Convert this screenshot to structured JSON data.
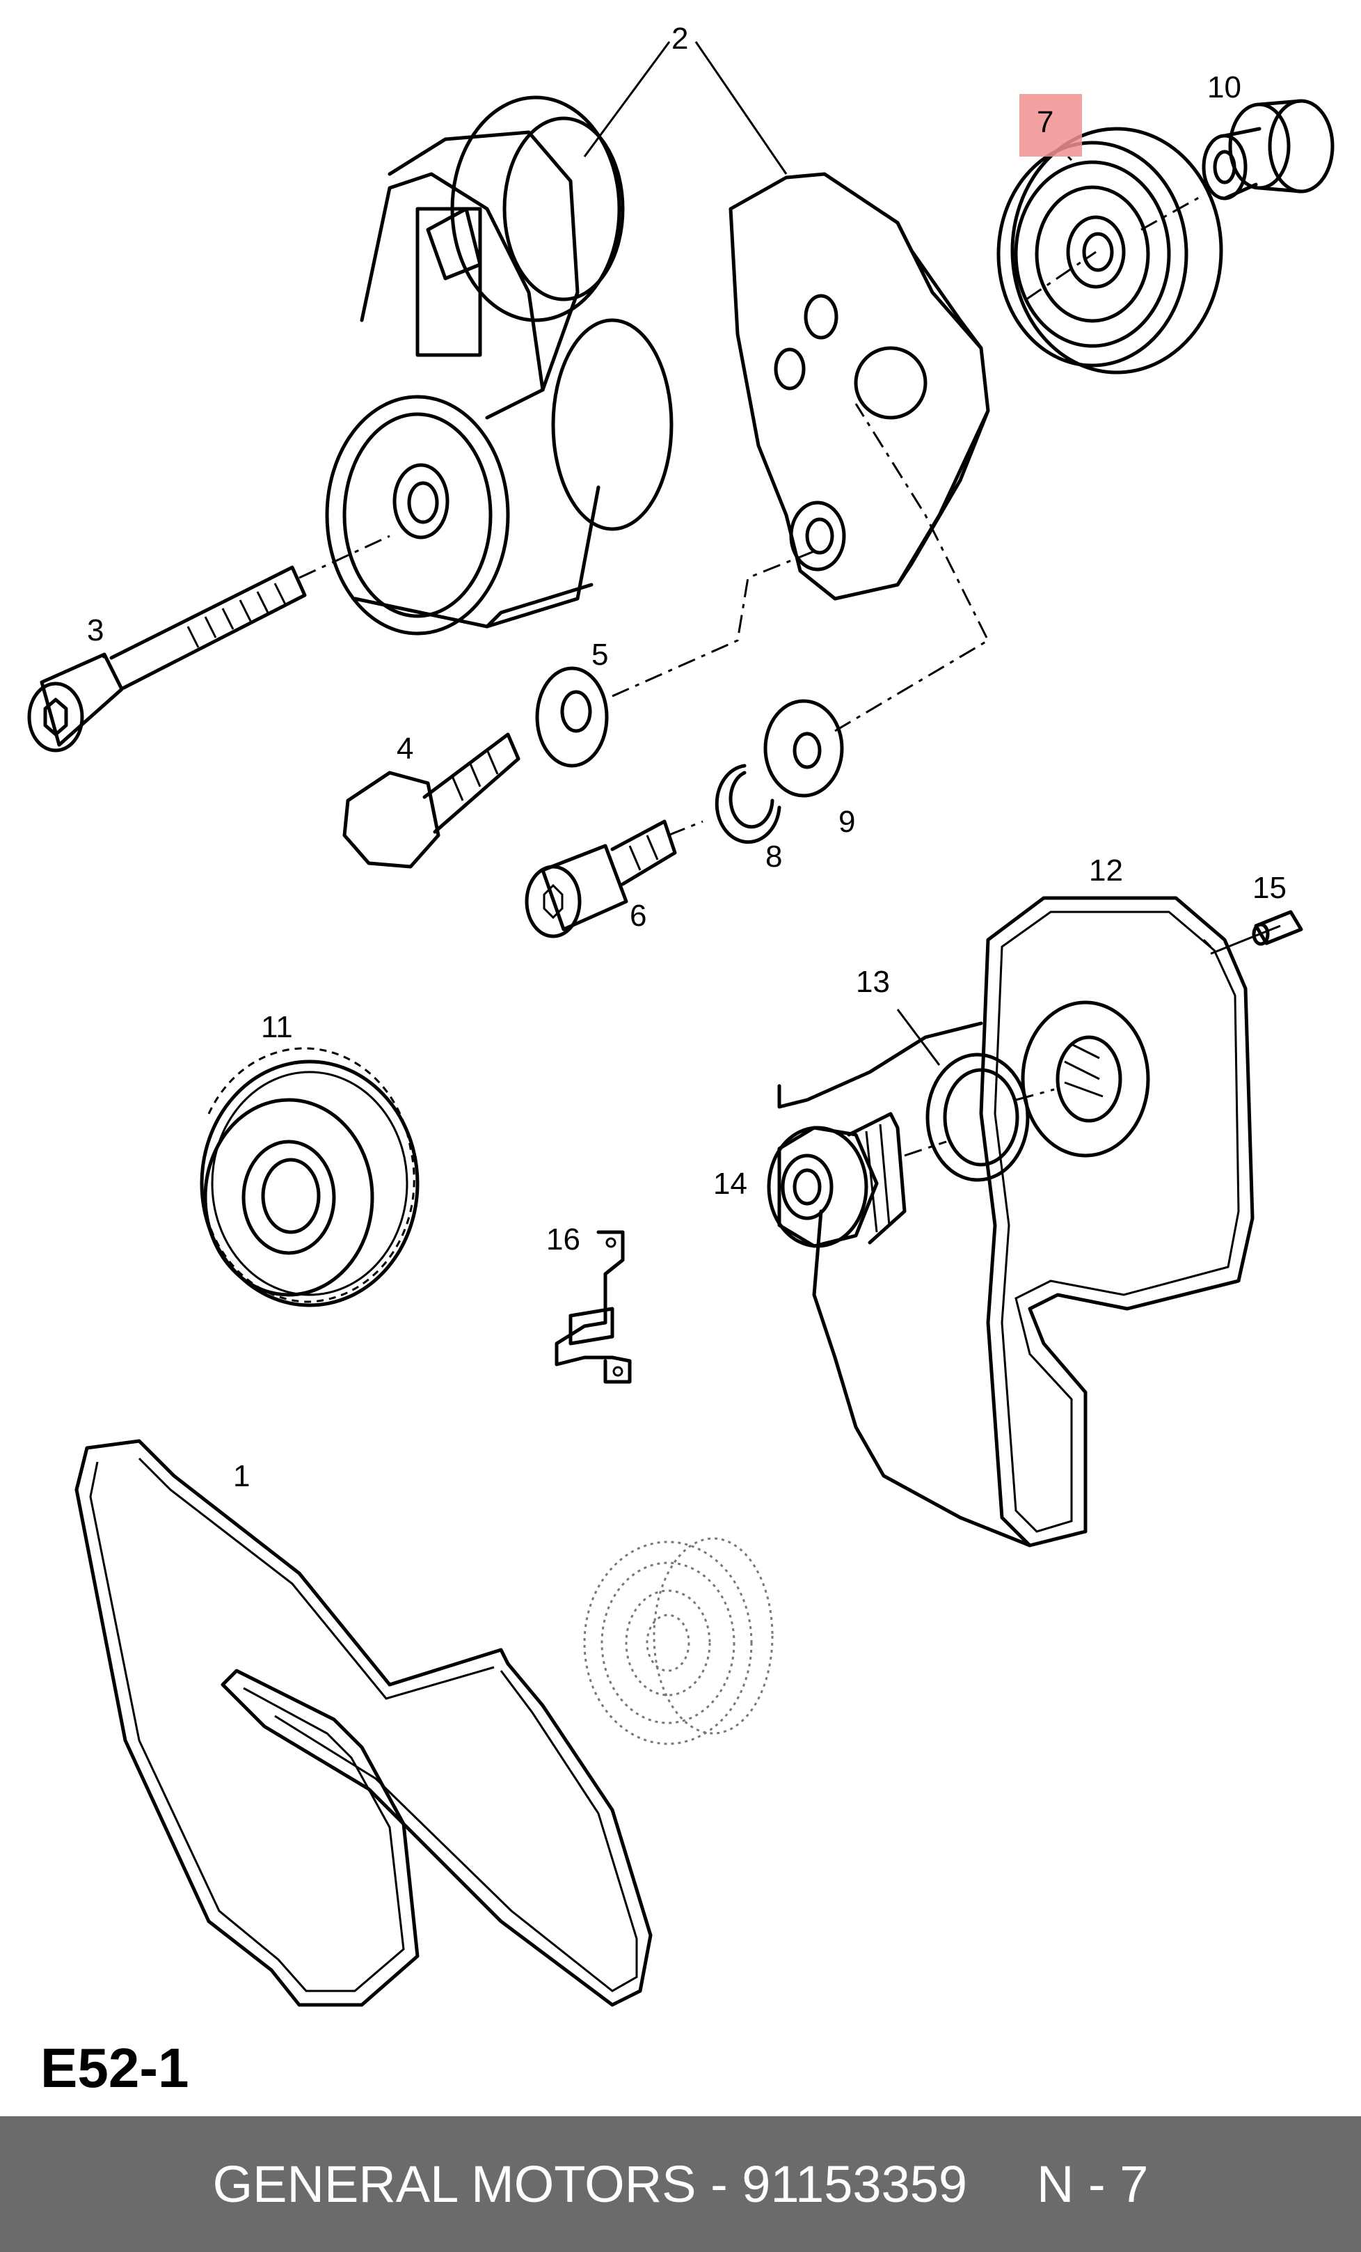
{
  "diagram": {
    "code": "E52-1",
    "highlight_color": "#f29191",
    "highlighted_part": "7",
    "callouts": [
      "1",
      "2",
      "3",
      "4",
      "5",
      "6",
      "7",
      "8",
      "9",
      "10",
      "11",
      "12",
      "13",
      "14",
      "15",
      "16"
    ]
  },
  "footer": {
    "brand": "GENERAL MOTORS",
    "separator": " - ",
    "part_number": "91153359",
    "position_ref": "N - 7"
  }
}
